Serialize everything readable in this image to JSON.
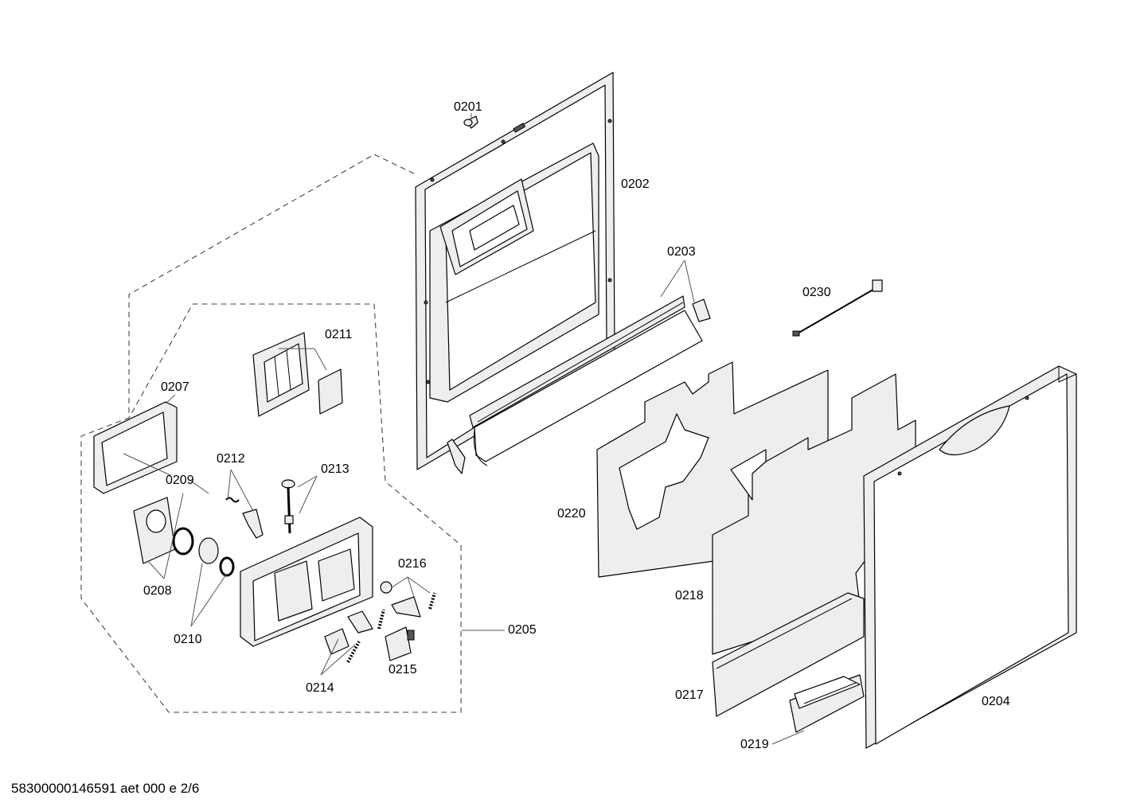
{
  "callouts": {
    "c0201": "0201",
    "c0202": "0202",
    "c0203": "0203",
    "c0204": "0204",
    "c0205": "0205",
    "c0207": "0207",
    "c0208": "0208",
    "c0209": "0209",
    "c0210": "0210",
    "c0211": "0211",
    "c0212": "0212",
    "c0213": "0213",
    "c0214": "0214",
    "c0215": "0215",
    "c0216": "0216",
    "c0217": "0217",
    "c0218": "0218",
    "c0219": "0219",
    "c0220": "0220",
    "c0230": "0230"
  },
  "footer": {
    "doc_code": "58300000146591 aet 000 e 2/6"
  }
}
